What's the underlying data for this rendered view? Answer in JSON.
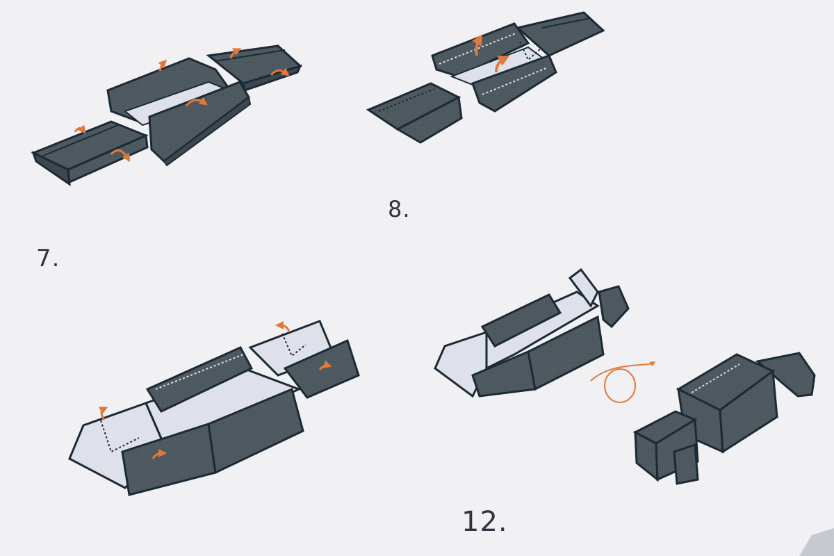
{
  "steps": [
    {
      "label": "7."
    },
    {
      "label": "8."
    },
    {
      "label": "12."
    }
  ],
  "colors": {
    "paper": "#f1f0f3",
    "fold_dark": "#505a61",
    "fold_light": "#dfe1ea",
    "outline": "#1b2a36",
    "arrow": "#e07a3c"
  },
  "icons": [
    "fold-arrow-icon",
    "flip-over-arrow-icon"
  ]
}
